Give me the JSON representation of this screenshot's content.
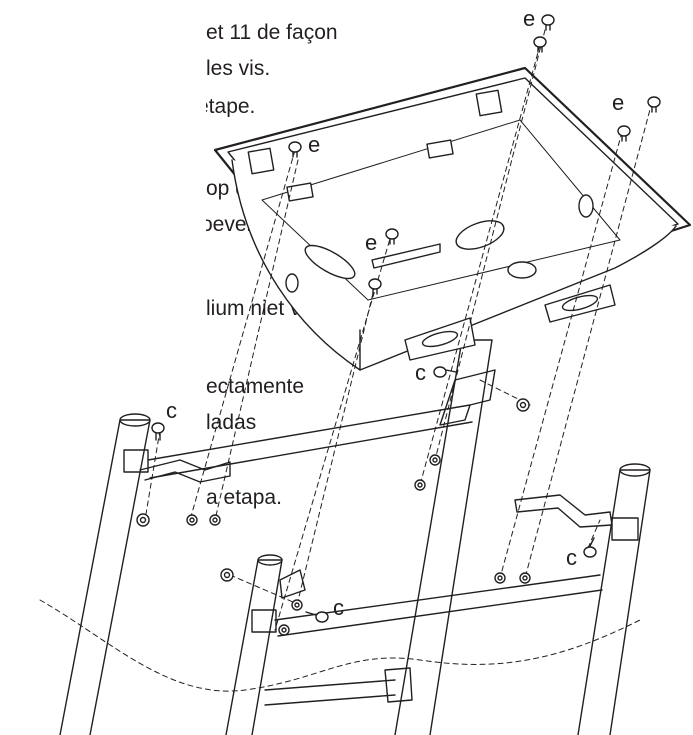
{
  "text_fragments": [
    "et 11 de façon",
    "les vis.",
    "étape.",
    "op de juiste",
    "oeven kunnen",
    "lium niet vast",
    "ectamente",
    "ladas",
    "a etapa."
  ],
  "part_labels": {
    "e": "e",
    "c": "c"
  }
}
